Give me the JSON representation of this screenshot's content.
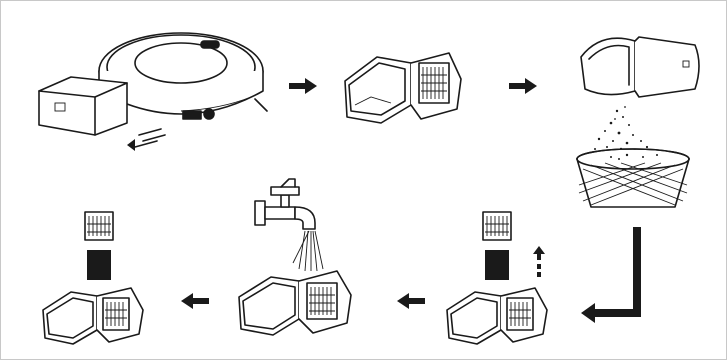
{
  "diagram": {
    "steps": [
      {
        "id": 1,
        "icon": "robot-vacuum-dustbin-removal-icon"
      },
      {
        "id": 2,
        "icon": "open-dustbin-filter-icon"
      },
      {
        "id": 3,
        "icon": "empty-dustbin-into-trash-icon"
      },
      {
        "id": 4,
        "icon": "remove-filter-and-sponge-icon"
      },
      {
        "id": 5,
        "icon": "rinse-dustbin-under-tap-icon"
      },
      {
        "id": 6,
        "icon": "reassemble-filter-and-sponge-icon"
      }
    ],
    "colors": {
      "ink": "#1a1a1a",
      "background": "#ffffff",
      "frame": "#c8c8c8"
    }
  }
}
